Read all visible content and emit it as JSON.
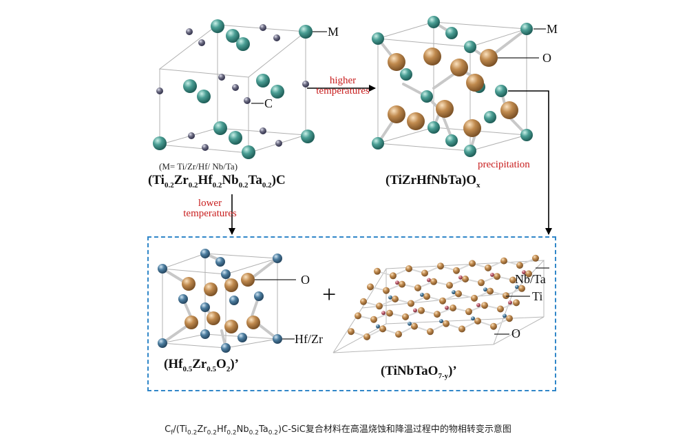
{
  "labels": {
    "m_top_left": "M",
    "c_label": "C",
    "m_top_right": "M",
    "o_top_right": "O",
    "o_bottom_left": "O",
    "hfzr": "Hf/Zr",
    "nbta": "Nb/Ta",
    "ti": "Ti",
    "o_bottom_right": "O",
    "plus": "+"
  },
  "arrows": {
    "higher_line1": "higher",
    "higher_line2": "temperatures",
    "lower_line1": "lower",
    "lower_line2": "temperatures",
    "precipitation": "precipitation"
  },
  "formulas": {
    "m_note": "(M= Ti/Zr/Hf/ Nb/Ta)",
    "carbide": {
      "open": "(Ti",
      "s1": "0.2",
      "zr": "Zr",
      "s2": "0.2",
      "hf": "Hf",
      "s3": "0.2",
      "nb": "Nb",
      "s4": "0.2",
      "ta": "Ta",
      "s5": "0.2",
      "close": ")C"
    },
    "oxide": {
      "main": "(TiZrHfNbTa)O",
      "sub": "x"
    },
    "hfzr_oxide": {
      "open": "(Hf",
      "s1": "0.5",
      "zr": "Zr",
      "s2": "0.5",
      "o": "O",
      "s3": "2",
      "close": ")’"
    },
    "tinbta_oxide": {
      "main": "(TiNbTaO",
      "sub": "7-y",
      "close": ")’"
    }
  },
  "caption": {
    "p1": "C",
    "s_f": "f",
    "p2": "/(Ti",
    "s1": "0.2",
    "p3": "Zr",
    "s2": "0.2",
    "p4": "Hf",
    "s3": "0.2",
    "p5": "Nb",
    "s4": "0.2",
    "p6": "Ta",
    "s5": "0.2",
    "p7": ")C-SiC复合材料在高温烧蚀和降温过程中的物相转变示意图"
  },
  "colors": {
    "teal_atom": "#4a9e94",
    "small_atom": "#6e6e84",
    "orange_atom": "#c08a4e",
    "blue_atom": "#4d7ea0",
    "pink_atom": "#c06070",
    "arrow_red_text": "#c81e1e",
    "dash_border": "#2f86c8"
  }
}
